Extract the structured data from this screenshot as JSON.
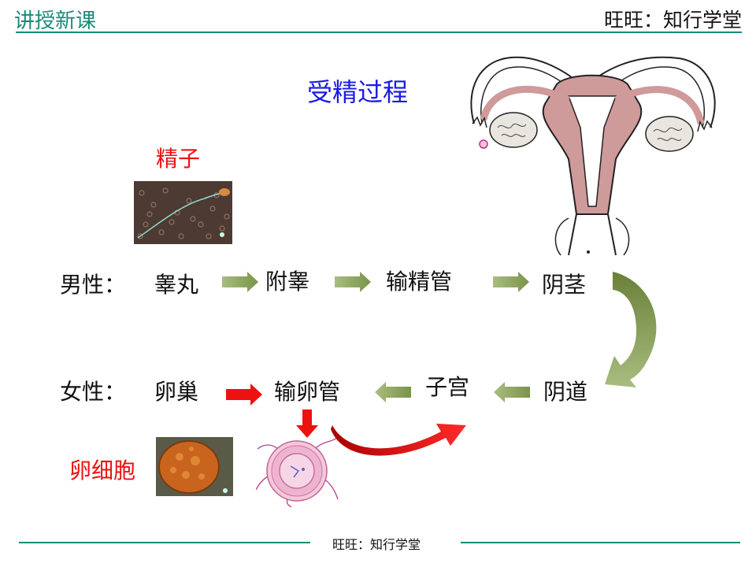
{
  "header": {
    "section": "讲授新课",
    "brand": "旺旺：知行学堂"
  },
  "title": "受精过程",
  "sperm_label": "精子",
  "egg_label": "卵细胞",
  "male_row": {
    "label": "男性：",
    "steps": [
      "睾丸",
      "附睾",
      "输精管",
      "阴茎"
    ]
  },
  "female_row": {
    "label": "女性：",
    "steps": [
      "卵巢",
      "输卵管",
      "子宫",
      "阴道"
    ]
  },
  "footer": {
    "text": "旺旺：知行学堂"
  },
  "colors": {
    "teal": "#1a8a7a",
    "title_blue": "#1a1ae6",
    "label_red": "#ee1111",
    "arrow_green": "#8aa25a",
    "arrow_red": "#ee1111"
  }
}
